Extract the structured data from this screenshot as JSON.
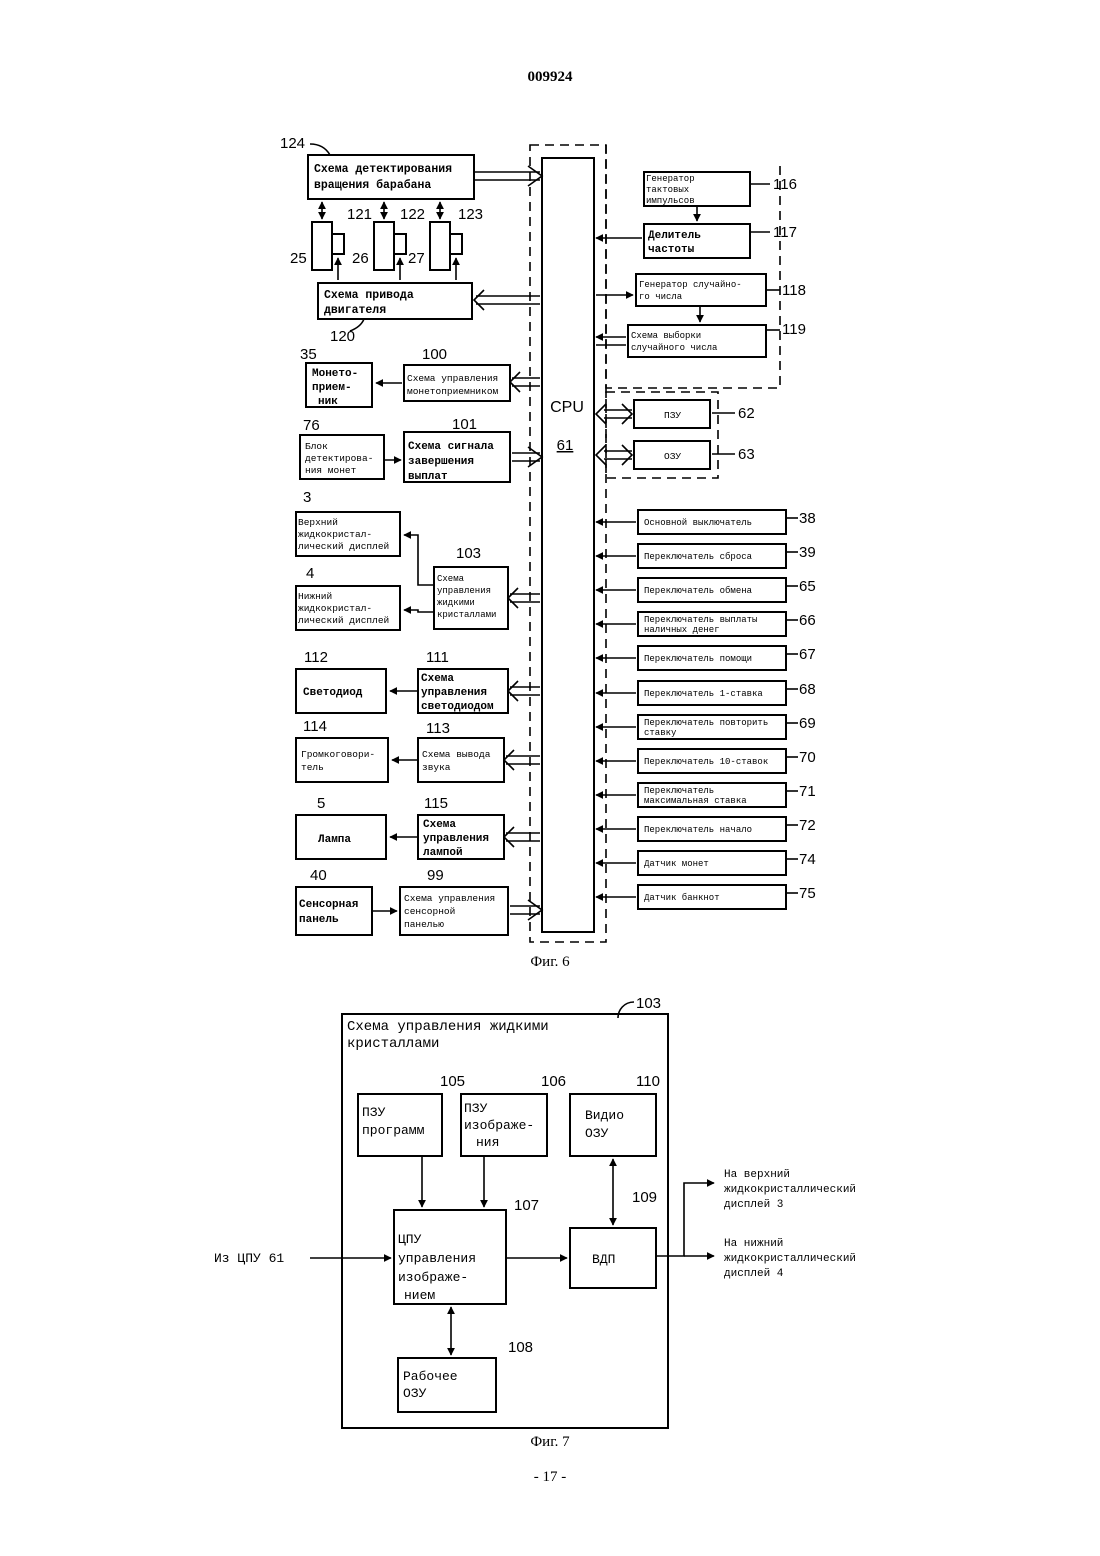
{
  "header": {
    "doc_number": "009924"
  },
  "footer": {
    "page_number": "- 17 -"
  },
  "fig6": {
    "caption": "Фиг. 6",
    "cpu": {
      "label": "CPU",
      "ref": "61"
    },
    "drum": {
      "detect": {
        "ref": "124",
        "lines": [
          "Схема детектирования",
          "вращения барабана"
        ]
      },
      "drive": {
        "ref": "120",
        "lines": [
          "Схема привода",
          "двигателя"
        ]
      },
      "reels": [
        {
          "ref": "25",
          "sensor_ref": "121"
        },
        {
          "ref": "26",
          "sensor_ref": "122"
        },
        {
          "ref": "27",
          "sensor_ref": "123"
        }
      ]
    },
    "left_devices": [
      {
        "key": "coin_acceptor",
        "ref": "35",
        "lines": [
          "Монето-",
          "прием-",
          "ник"
        ]
      },
      {
        "key": "coin_detect_block",
        "ref": "76",
        "lines": [
          "Блок",
          "детектирова-",
          "ния монет"
        ]
      },
      {
        "key": "upper_lcd",
        "ref": "3",
        "lines": [
          "Верхний",
          "жидкокристал-",
          "лический дисплей"
        ]
      },
      {
        "key": "lower_lcd",
        "ref": "4",
        "lines": [
          "Нижний",
          "жидкокристал-",
          "лический дисплей"
        ]
      },
      {
        "key": "led",
        "ref": "112",
        "lines": [
          "Светодиод"
        ]
      },
      {
        "key": "speaker",
        "ref": "114",
        "lines": [
          "Громкоговори-",
          "тель"
        ]
      },
      {
        "key": "lamp",
        "ref": "5",
        "lines": [
          "Лампа"
        ]
      },
      {
        "key": "touch_panel",
        "ref": "40",
        "lines": [
          "Сенсорная",
          "панель"
        ]
      }
    ],
    "left_circuits": [
      {
        "key": "coin_acceptor_ctrl",
        "ref": "100",
        "lines": [
          "Схема управления",
          "монетоприемником"
        ]
      },
      {
        "key": "payout_end_signal",
        "ref": "101",
        "lines": [
          "Схема сигнала",
          "завершения",
          "выплат"
        ]
      },
      {
        "key": "lcd_ctrl",
        "ref": "103",
        "lines": [
          "Схема",
          "управления",
          "жидкими",
          "кристаллами"
        ]
      },
      {
        "key": "led_ctrl",
        "ref": "111",
        "lines": [
          "Схема",
          "управления",
          "светодиодом"
        ]
      },
      {
        "key": "sound_out",
        "ref": "113",
        "lines": [
          "Схема вывода",
          "звука"
        ]
      },
      {
        "key": "lamp_ctrl",
        "ref": "115",
        "lines": [
          "Схема",
          "управления",
          "лампой"
        ]
      },
      {
        "key": "touch_ctrl",
        "ref": "99",
        "lines": [
          "Схема управления",
          "сенсорной",
          "панелью"
        ]
      }
    ],
    "right_top": [
      {
        "key": "clock_gen",
        "ref": "116",
        "lines": [
          "Генератор",
          "тактовых",
          "импульсов"
        ]
      },
      {
        "key": "freq_divider",
        "ref": "117",
        "lines": [
          "Делитель",
          "частоты"
        ]
      },
      {
        "key": "random_gen",
        "ref": "118",
        "lines": [
          "Генератор случайно-",
          "го числа"
        ]
      },
      {
        "key": "random_sample",
        "ref": "119",
        "lines": [
          "Схема выборки",
          "случайного числа"
        ]
      },
      {
        "key": "rom",
        "ref": "62",
        "lines": [
          "ПЗУ"
        ]
      },
      {
        "key": "ram",
        "ref": "63",
        "lines": [
          "ОЗУ"
        ]
      }
    ],
    "switches": [
      {
        "ref": "38",
        "lines": [
          "Основной выключатель"
        ]
      },
      {
        "ref": "39",
        "lines": [
          "Переключатель сброса"
        ]
      },
      {
        "ref": "65",
        "lines": [
          "Переключатель обмена"
        ]
      },
      {
        "ref": "66",
        "lines": [
          "Переключатель выплаты",
          "наличных денег"
        ]
      },
      {
        "ref": "67",
        "lines": [
          "Переключатель помощи"
        ]
      },
      {
        "ref": "68",
        "lines": [
          "Переключатель 1-ставка"
        ]
      },
      {
        "ref": "69",
        "lines": [
          "Переключатель повторить",
          "ставку"
        ]
      },
      {
        "ref": "70",
        "lines": [
          "Переключатель 10-ставок"
        ]
      },
      {
        "ref": "71",
        "lines": [
          "Переключатель",
          "максимальная ставка"
        ]
      },
      {
        "ref": "72",
        "lines": [
          "Переключатель начало"
        ]
      },
      {
        "ref": "74",
        "lines": [
          "Датчик монет"
        ]
      },
      {
        "ref": "75",
        "lines": [
          "Датчик банкнот"
        ]
      }
    ]
  },
  "fig7": {
    "caption": "Фиг. 7",
    "outer": {
      "ref": "103",
      "lines": [
        "Схема управления жидкими",
        "кристаллами"
      ]
    },
    "program_rom": {
      "ref": "105",
      "lines": [
        "ПЗУ",
        "программ"
      ]
    },
    "image_rom": {
      "ref": "106",
      "lines": [
        "ПЗУ",
        "изображе-",
        "ния"
      ]
    },
    "video_ram": {
      "ref": "110",
      "lines": [
        "Видио",
        "ОЗУ"
      ]
    },
    "image_cpu": {
      "ref": "107",
      "lines": [
        "ЦПУ",
        "управления",
        "изображе-",
        "нием"
      ]
    },
    "vdp": {
      "ref": "109",
      "lines": [
        "ВДП"
      ]
    },
    "work_ram": {
      "ref": "108",
      "lines": [
        "Рабочее",
        "ОЗУ"
      ]
    },
    "input_label": "Из ЦПУ 61",
    "out_upper": [
      "На верхний",
      "жидкокристаллический",
      "дисплей 3"
    ],
    "out_lower": [
      "На нижний",
      "жидкокристаллический",
      "дисплей 4"
    ]
  }
}
